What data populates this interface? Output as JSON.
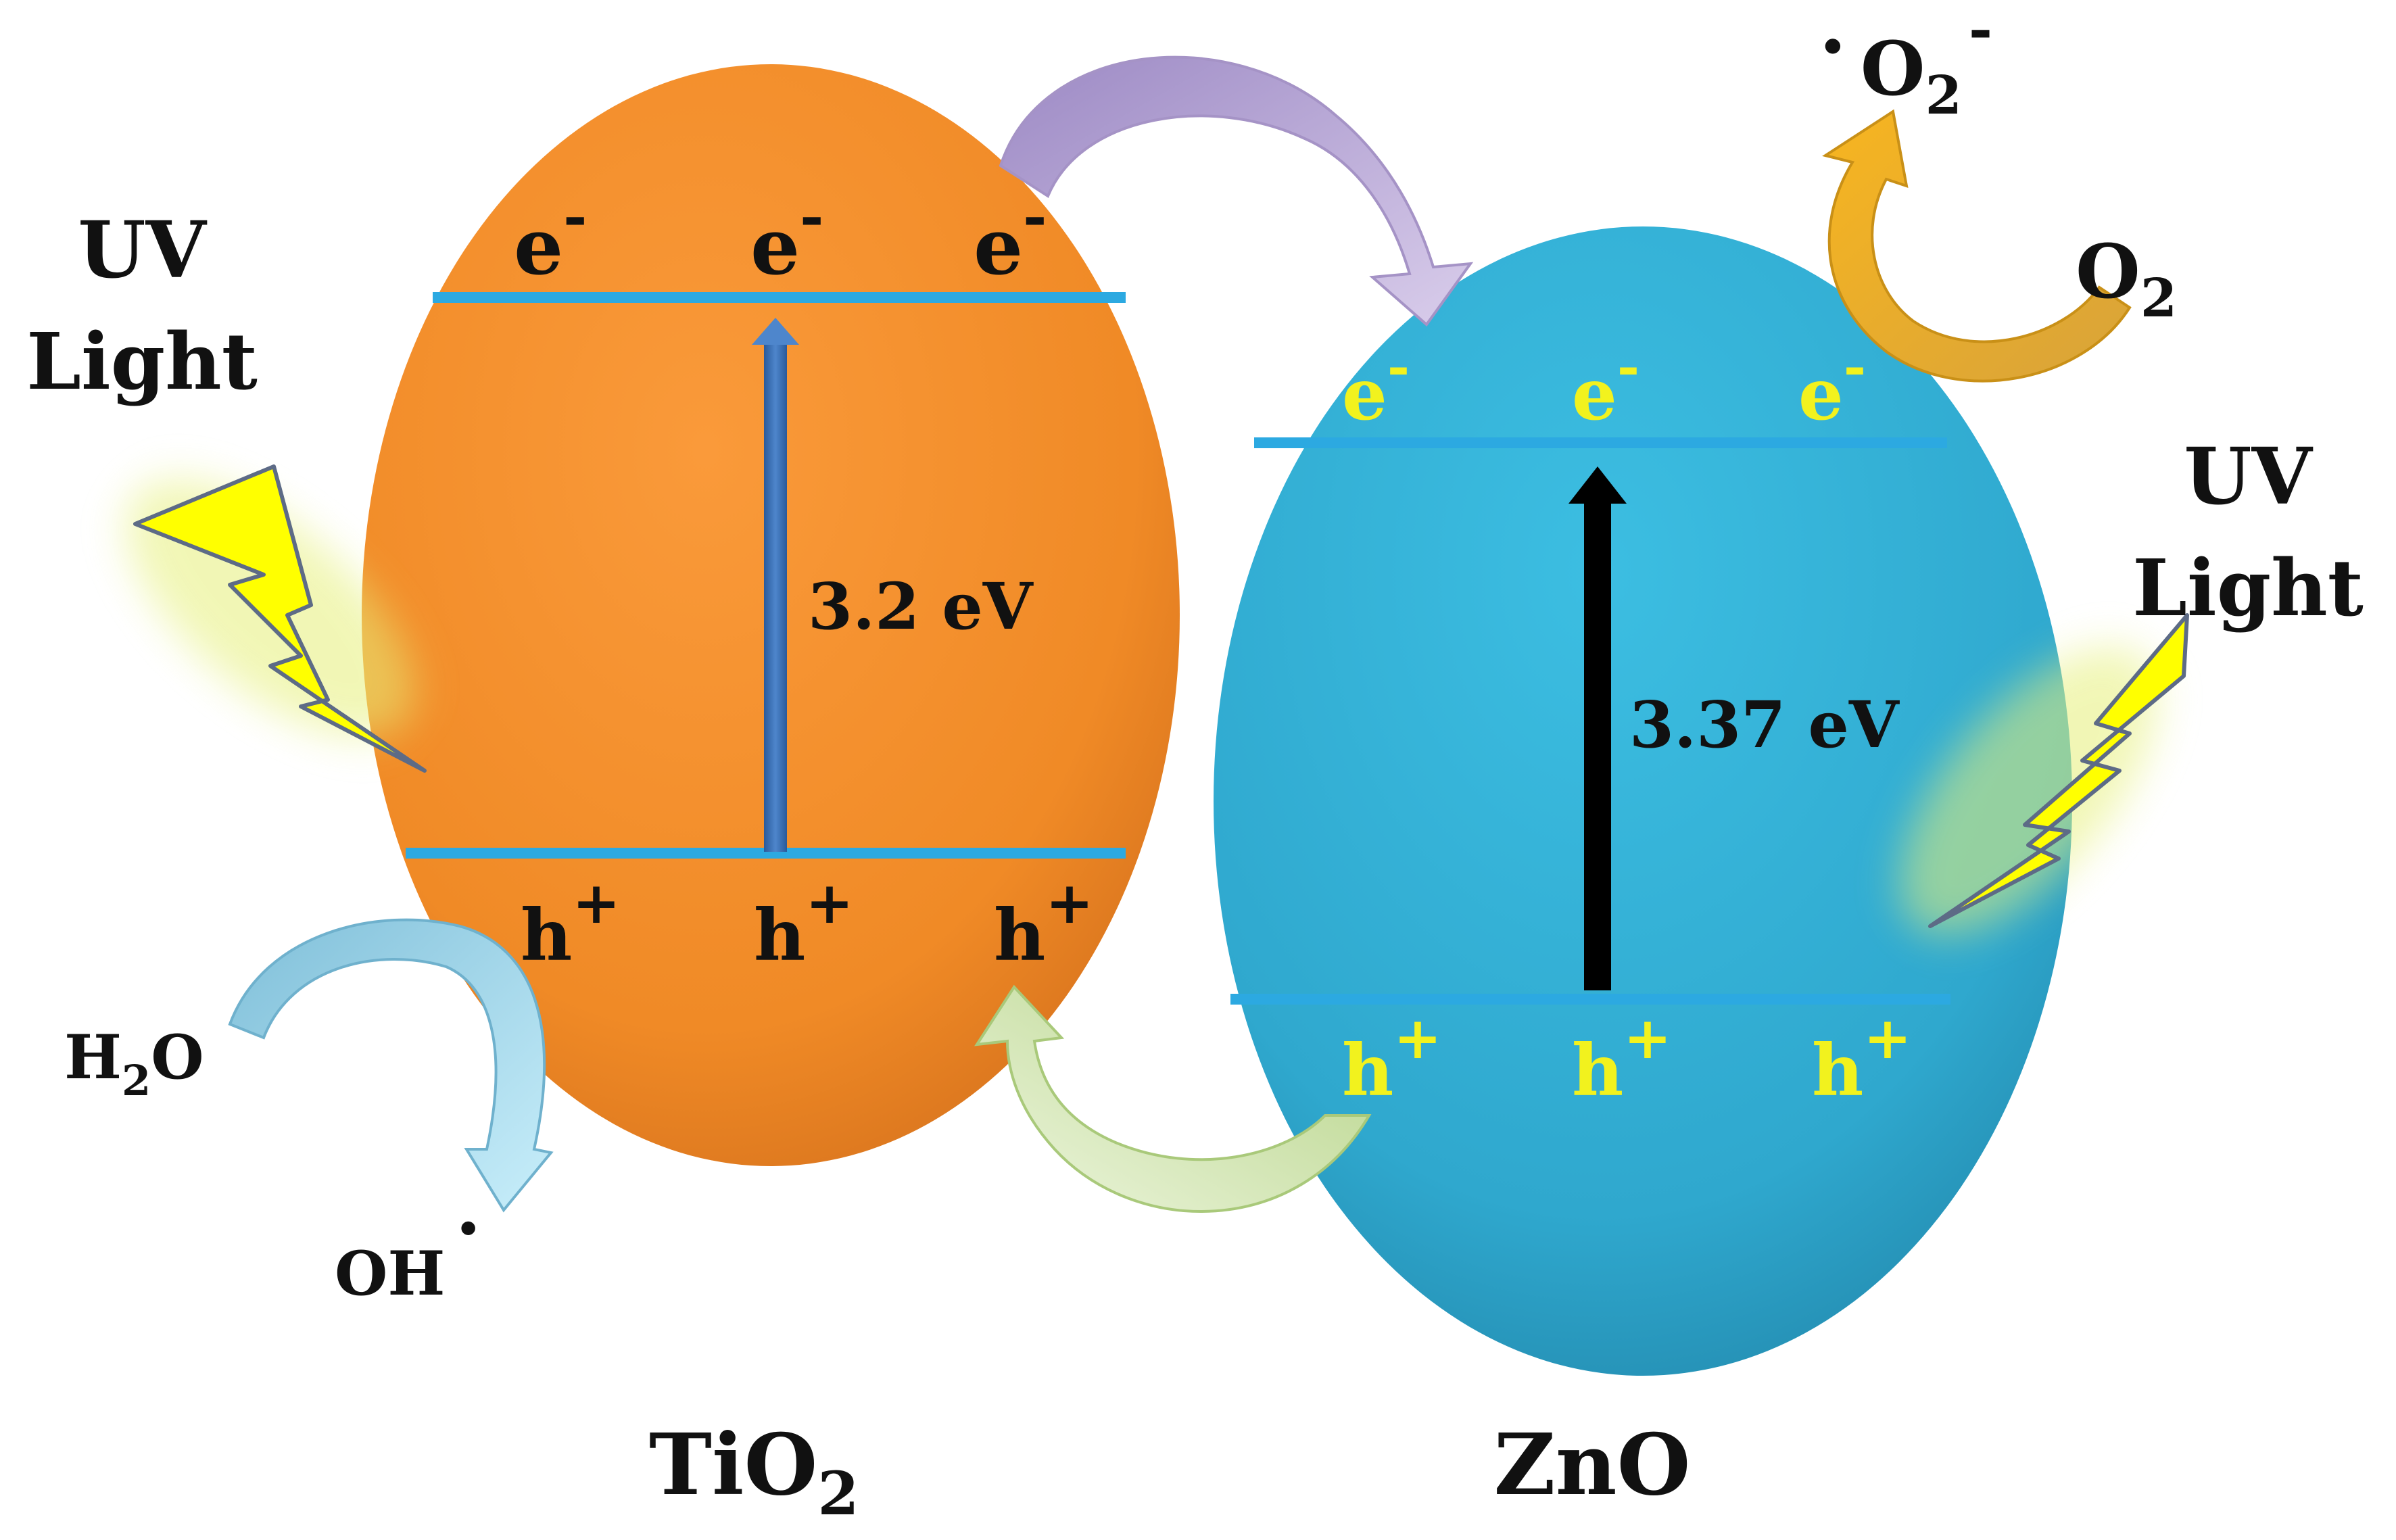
{
  "labels": {
    "uv_left_line1": "UV",
    "uv_left_line2": "Light",
    "uv_right_line1": "UV",
    "uv_right_line2": "Light",
    "tio2_main": "TiO",
    "tio2_sub": "2",
    "zno": "ZnO",
    "tio2_gap": "3.2 eV",
    "zno_gap": "3.37 eV",
    "electron_base": "e",
    "electron_sup": "-",
    "hole_base": "h",
    "hole_sup": "+",
    "h2o_h": "H",
    "h2o_sub": "2",
    "h2o_o": "O",
    "oh_main": "OH",
    "oh_dot": "·",
    "o2_main": "O",
    "o2_sub": "2",
    "superoxide_dot": "·",
    "superoxide_o": "O",
    "superoxide_sub": "2",
    "superoxide_sup": "-"
  },
  "colors": {
    "tio2_fill": "#F7902B",
    "zno_fill": "#35B4D8",
    "band_line": "#2CA9E1",
    "zno_carrier_text": "#F2F21E",
    "tio2_carrier_text": "#111111",
    "lightning": "#FFFF00",
    "arrow_purple": "#B9A8D6",
    "arrow_green": "#C6DE9E",
    "arrow_blue": "#8ED0EC",
    "arrow_orange": "#E8A414"
  }
}
